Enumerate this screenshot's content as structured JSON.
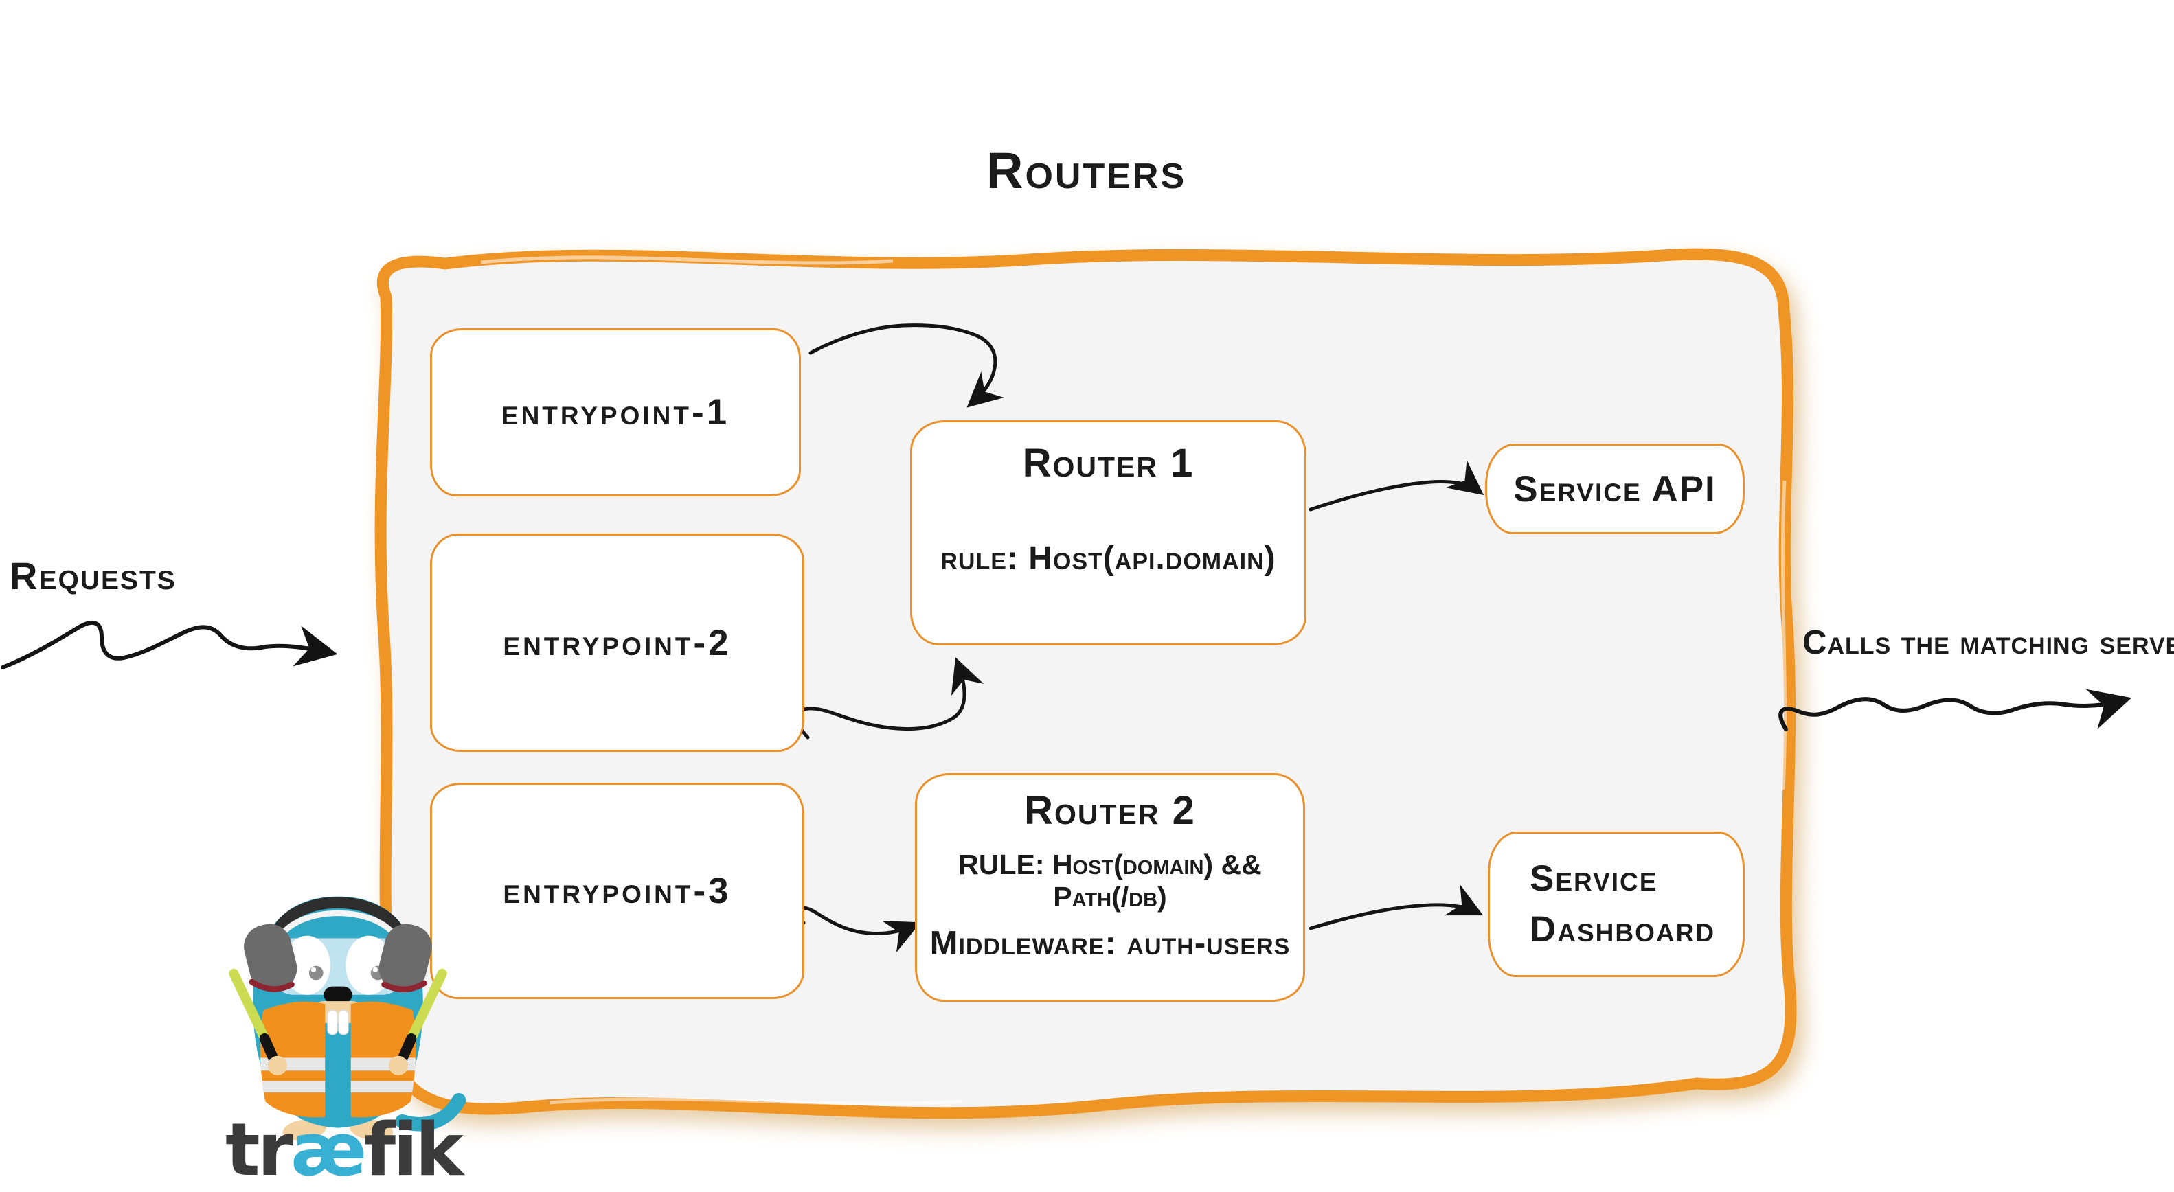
{
  "title": "Routers",
  "outside": {
    "requests_label": "Requests",
    "calls_label": "Calls the matching server"
  },
  "entrypoints": [
    {
      "label": "entrypoint-1"
    },
    {
      "label": "entrypoint-2"
    },
    {
      "label": "entrypoint-3"
    }
  ],
  "routers": [
    {
      "title": "Router 1",
      "rule": "rule: Host(api.domain)"
    },
    {
      "title": "Router 2",
      "rule": "RULE: Host(domain) && Path(/db)",
      "middleware": "Middleware: auth-users"
    }
  ],
  "services": [
    {
      "label": "Service API"
    },
    {
      "label": "Service Dashboard"
    }
  ],
  "logo": {
    "tr": "tr",
    "ae": "æ",
    "fik": "fik",
    "mascot": "traefik-gopher"
  },
  "colors": {
    "container_stroke": "#EF9526",
    "box_stroke": "#E8912D",
    "container_fill": "#F4F4F4",
    "ink": "#1b1b1b",
    "gopher_teal": "#2FA8C6",
    "vest_orange": "#F2901E",
    "wand_green": "#CBDC52",
    "wordmark_dark": "#3b3b3b",
    "wordmark_ae": "#37b0d4"
  }
}
